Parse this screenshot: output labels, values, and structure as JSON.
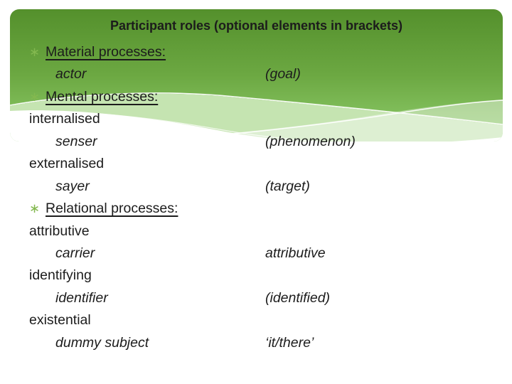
{
  "slide": {
    "title": "Participant roles (optional elements in brackets)",
    "bullet_glyph": "∗",
    "colors": {
      "panel_top": "#54902c",
      "panel_mid": "#6ca842",
      "panel_bottom": "#90ce6d",
      "wave_band": "#b7dd9e",
      "bullet": "#83b84f",
      "text": "#1c1c1c"
    },
    "rows": [
      {
        "type": "bullet",
        "left": "Material processes:",
        "right": ""
      },
      {
        "type": "sub",
        "left": "actor",
        "right": "(goal)"
      },
      {
        "type": "bullet",
        "left": "Mental processes:",
        "right": ""
      },
      {
        "type": "plain",
        "left": "internalised",
        "right": ""
      },
      {
        "type": "sub",
        "left": "senser",
        "right": "(phenomenon)"
      },
      {
        "type": "plain",
        "left": "externalised",
        "right": ""
      },
      {
        "type": "sub",
        "left": "sayer",
        "right": "(target)"
      },
      {
        "type": "bullet",
        "left": "Relational processes:",
        "right": ""
      },
      {
        "type": "plain",
        "left": "attributive",
        "right": ""
      },
      {
        "type": "sub",
        "left": "carrier",
        "right": "attributive"
      },
      {
        "type": "plain",
        "left": "identifying",
        "right": ""
      },
      {
        "type": "sub",
        "left": "identifier",
        "right": "(identified)"
      },
      {
        "type": "plain",
        "left": "existential",
        "right": ""
      },
      {
        "type": "sub",
        "left": "dummy subject",
        "right": "‘it/there’"
      }
    ]
  }
}
